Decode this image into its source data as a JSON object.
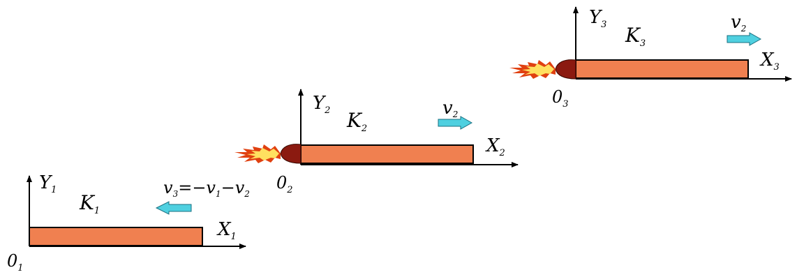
{
  "frames": [
    {
      "id": "frame-1",
      "axis_x": {
        "main": "X",
        "sub": "1"
      },
      "axis_y": {
        "main": "Y",
        "sub": "1"
      },
      "origin": {
        "main": "0",
        "sub": "1"
      },
      "body": {
        "main": "K",
        "sub": "1"
      },
      "velocity": {
        "parts": [
          "v",
          "3",
          "=−",
          "v",
          "1",
          "−",
          "v",
          "2"
        ],
        "direction": "left"
      },
      "has_flame": false
    },
    {
      "id": "frame-2",
      "axis_x": {
        "main": "X",
        "sub": "2"
      },
      "axis_y": {
        "main": "Y",
        "sub": "2"
      },
      "origin": {
        "main": "0",
        "sub": "2"
      },
      "body": {
        "main": "K",
        "sub": "2"
      },
      "velocity": {
        "parts": [
          "v",
          "2"
        ],
        "direction": "right"
      },
      "has_flame": true
    },
    {
      "id": "frame-3",
      "axis_x": {
        "main": "X",
        "sub": "3"
      },
      "axis_y": {
        "main": "Y",
        "sub": "3"
      },
      "origin": {
        "main": "0",
        "sub": "3"
      },
      "body": {
        "main": "K",
        "sub": "3"
      },
      "velocity": {
        "parts": [
          "v",
          "2"
        ],
        "direction": "right"
      },
      "has_flame": true
    }
  ],
  "colors": {
    "rocket_body": "#f08050",
    "arrow_fill": "#4fd0e0",
    "nozzle": "#8b1a10",
    "flame_outer": "#e04010",
    "flame_inner": "#ffe060"
  }
}
